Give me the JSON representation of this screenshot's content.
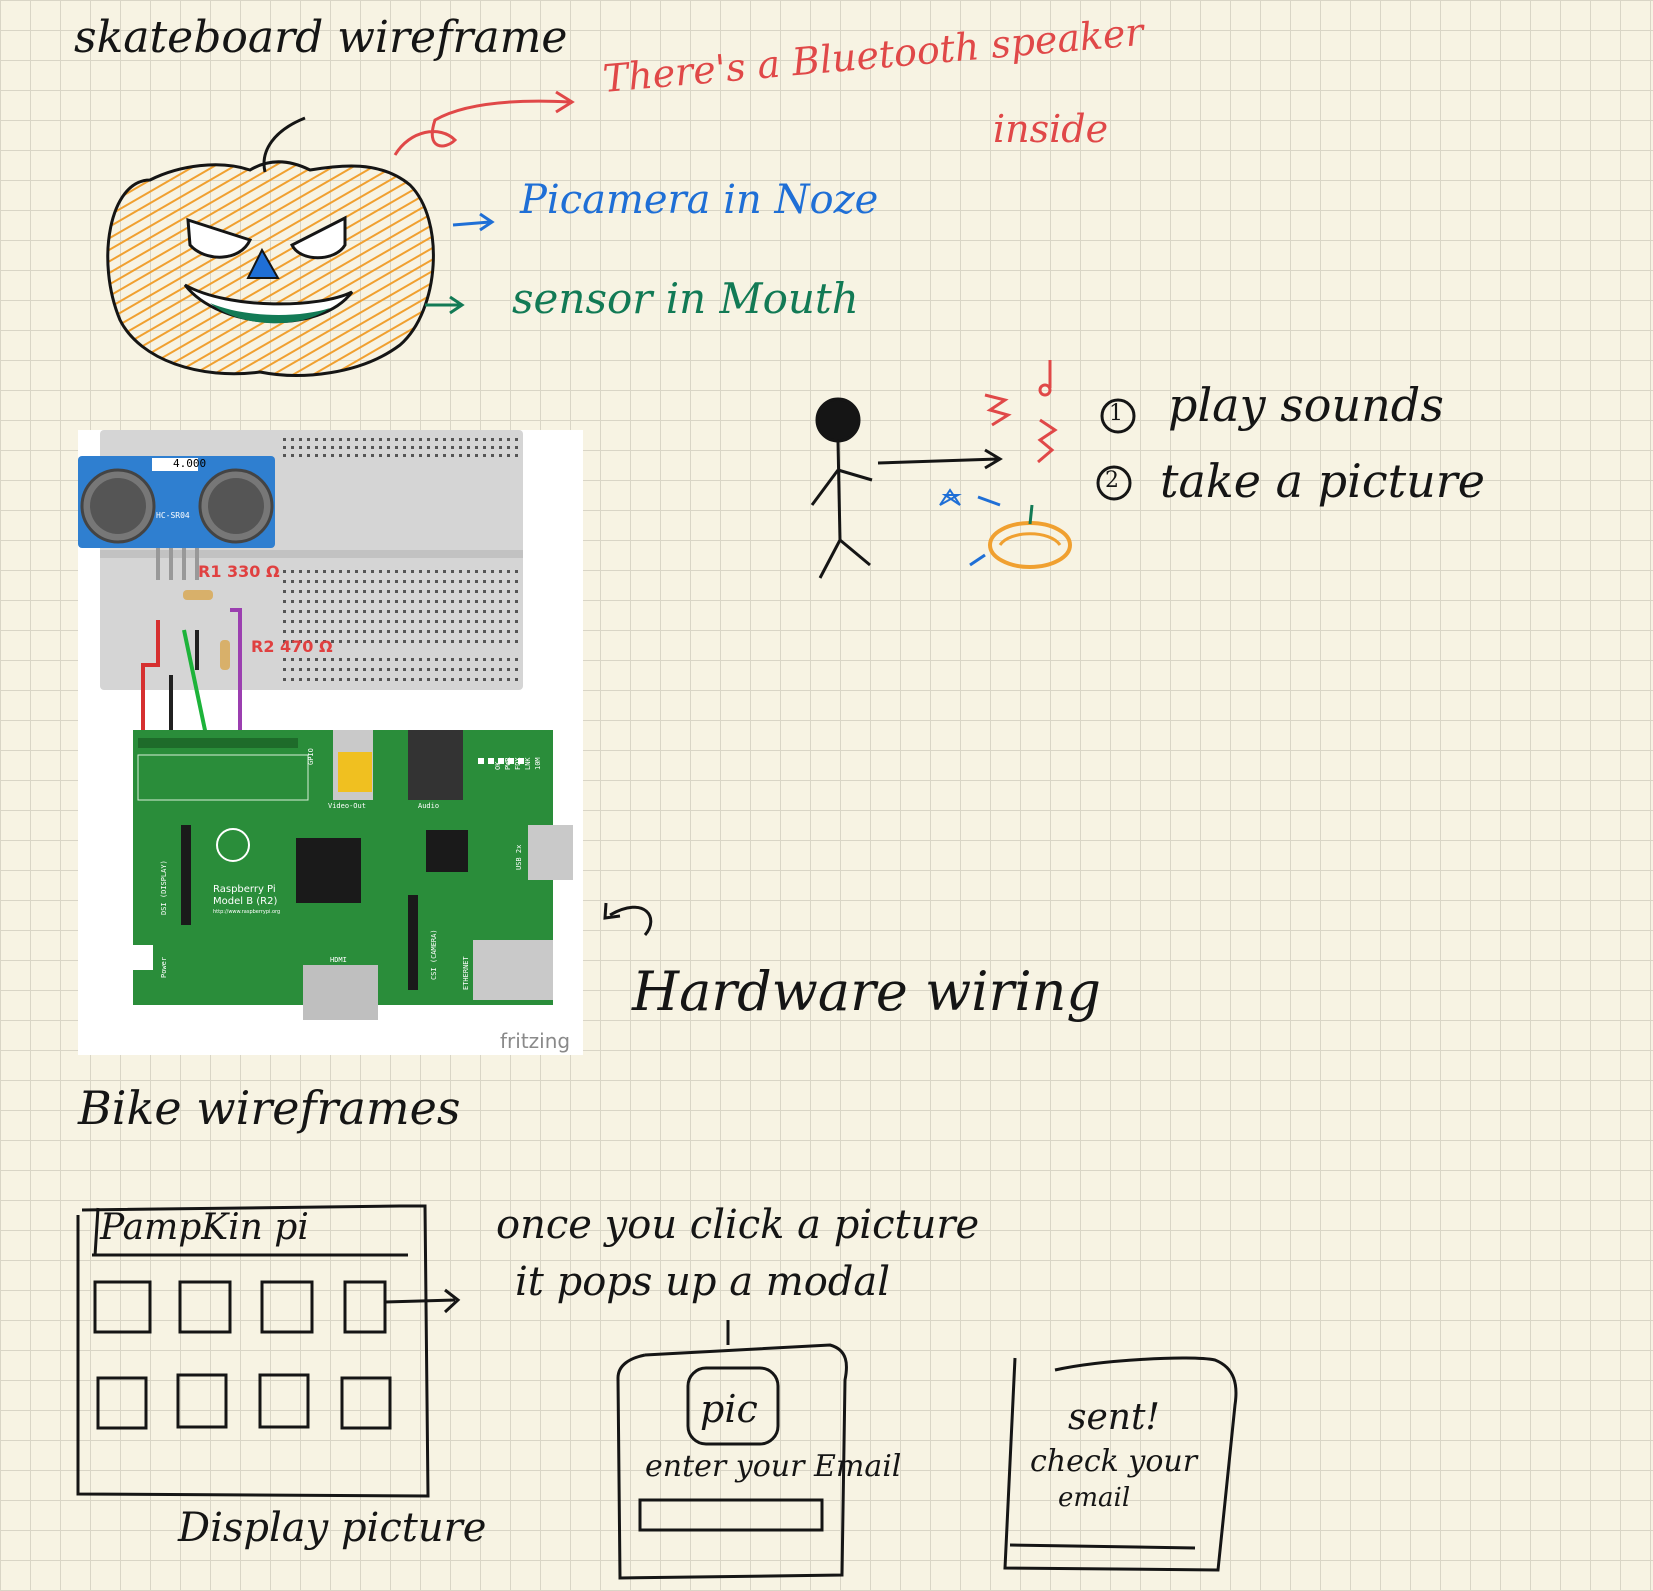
{
  "titles": {
    "skateboard": "skateboard wireframe",
    "bike": "Bike wireframes",
    "hardware": "Hardware wiring"
  },
  "pumpkin_notes": {
    "speaker_1": "There's a Bluetooth speaker",
    "speaker_2": "inside",
    "camera": "Picamera in Noze",
    "sensor": "sensor in Mouth"
  },
  "interaction": {
    "step1": "play sounds",
    "step2": "take a picture",
    "step1_num": "1",
    "step2_num": "2"
  },
  "fritzing": {
    "sensor_label": "HC-SR04",
    "sensor_top": "4.000",
    "r1": "R1 330 Ω",
    "r2": "R2 470 Ω",
    "pi_name_1": "Raspberry Pi",
    "pi_name_2": "Model B (R2)",
    "pi_url": "http://www.raspberrypi.org",
    "video_out": "Video-Out",
    "audio": "Audio",
    "hdmi": "HDMI",
    "ethernet": "ETHERNET",
    "usb": "USB 2x",
    "dsi": "DSI (DISPLAY)",
    "csi": "CSI (CAMERA)",
    "power": "Power",
    "gpio": "GPIO",
    "leds": [
      "OK",
      "PWR",
      "FDX",
      "LNK",
      "10M"
    ],
    "watermark": "fritzing"
  },
  "wireframe": {
    "app_title": "PampKin pi",
    "caption": "Display picture",
    "note_1": "once you click a picture",
    "note_2": "it pops up a modal",
    "modal_pic": "pic",
    "modal_prompt": "enter your Email",
    "sent_1": "sent!",
    "sent_2": "check your",
    "sent_3": "email"
  },
  "colors": {
    "pumpkin": "#f0a030",
    "note_red": "#e04848",
    "note_blue": "#1f6fd6",
    "note_green": "#127a55",
    "pcb_green": "#2a8d3a",
    "sensor_blue": "#2f7fd0"
  }
}
